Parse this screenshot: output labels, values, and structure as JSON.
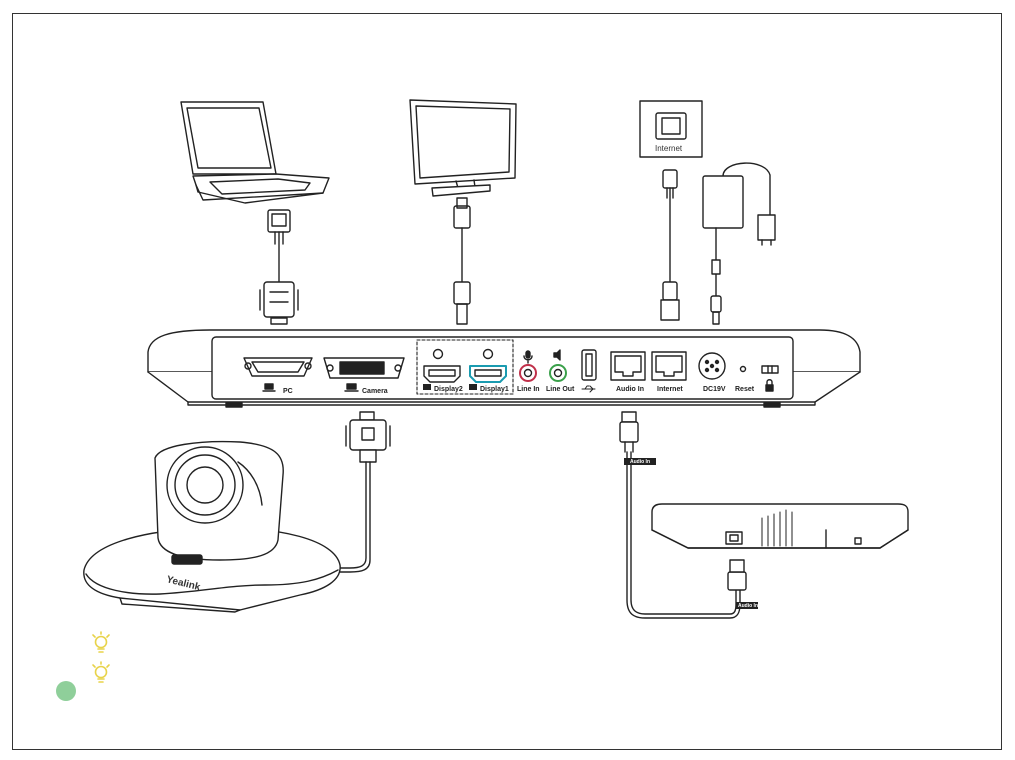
{
  "ports": {
    "pc": "PC",
    "camera": "Camera",
    "display2": "Display2",
    "display1": "Display1",
    "line_in": "Line In",
    "line_out": "Line Out",
    "audio_in": "Audio In",
    "internet": "Internet",
    "dc": "DC19V",
    "reset": "Reset"
  },
  "internet_label": "Internet",
  "cable_tag": "Audio In",
  "camera_brand": "Yealink",
  "colors": {
    "hdmi_highlight": "#1a9bb0",
    "line_in_ring": "#c0304a",
    "line_out_ring": "#3aa04a",
    "tip_icon": "#e8d34a",
    "dot": "#8fcf9a"
  },
  "icons": [
    "pc-icon",
    "camera-port-icon",
    "display-icon",
    "mic-icon",
    "speaker-icon",
    "usb-icon",
    "lock-icon",
    "lightbulb-icon"
  ]
}
